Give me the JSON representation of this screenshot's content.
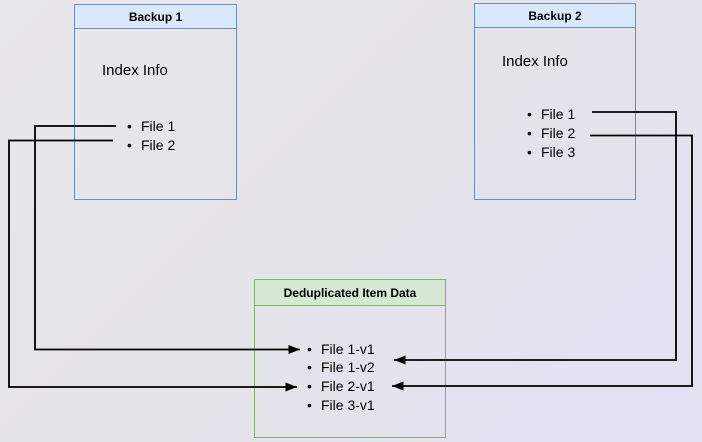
{
  "diagram": {
    "backup1": {
      "title": "Backup 1",
      "subtitle": "Index Info",
      "items": [
        "File 1",
        "File 2"
      ]
    },
    "backup2": {
      "title": "Backup 2",
      "subtitle": "Index Info",
      "items": [
        "File 1",
        "File 2",
        "File 3"
      ]
    },
    "dedup": {
      "title": "Deduplicated Item Data",
      "items": [
        "File 1-v1",
        "File 1-v2",
        "File 2-v1",
        "File 3-v1"
      ]
    },
    "connections": [
      {
        "from": "Backup 1 / File 1",
        "to": "Deduplicated Item Data / File 1-v1"
      },
      {
        "from": "Backup 1 / File 2",
        "to": "Deduplicated Item Data / File 2-v1"
      },
      {
        "from": "Backup 2 / File 1",
        "to": "Deduplicated Item Data / File 1-v2"
      },
      {
        "from": "Backup 2 / File 2",
        "to": "Deduplicated Item Data / File 2-v1"
      }
    ],
    "colors": {
      "backup_border": "#6c8ebf",
      "backup_header_fill": "#dae8fc",
      "dedup_border": "#82b366",
      "dedup_header_fill": "#d5e8d4",
      "connector": "#000000",
      "text": "#000000",
      "background_top": "#e8e7ea",
      "background_bottom": "#e1e1f3"
    }
  }
}
